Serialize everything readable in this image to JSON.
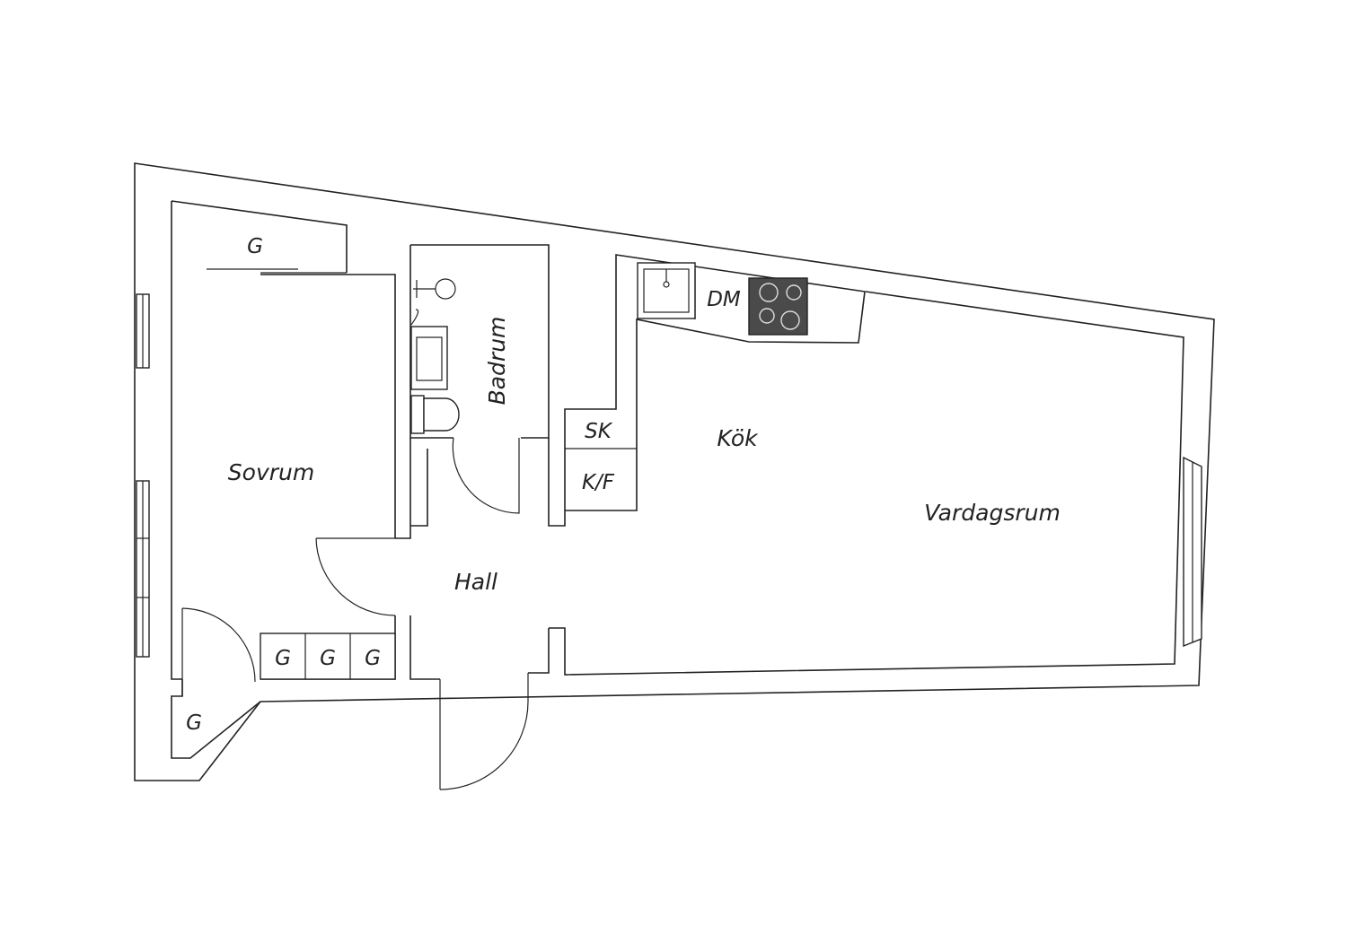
{
  "rooms": {
    "sovrum": "Sovrum",
    "badrum": "Badrum",
    "kok": "Kök",
    "vardagsrum": "Vardagsrum",
    "hall": "Hall"
  },
  "fixtures": {
    "dm": "DM",
    "sk": "SK",
    "kf": "K/F",
    "wardrobe_top": "G",
    "wardrobe_1": "G",
    "wardrobe_2": "G",
    "wardrobe_3": "G",
    "wardrobe_corner": "G"
  },
  "colors": {
    "line": "#222222",
    "stove": "#4a4a4a",
    "background": "#ffffff"
  }
}
